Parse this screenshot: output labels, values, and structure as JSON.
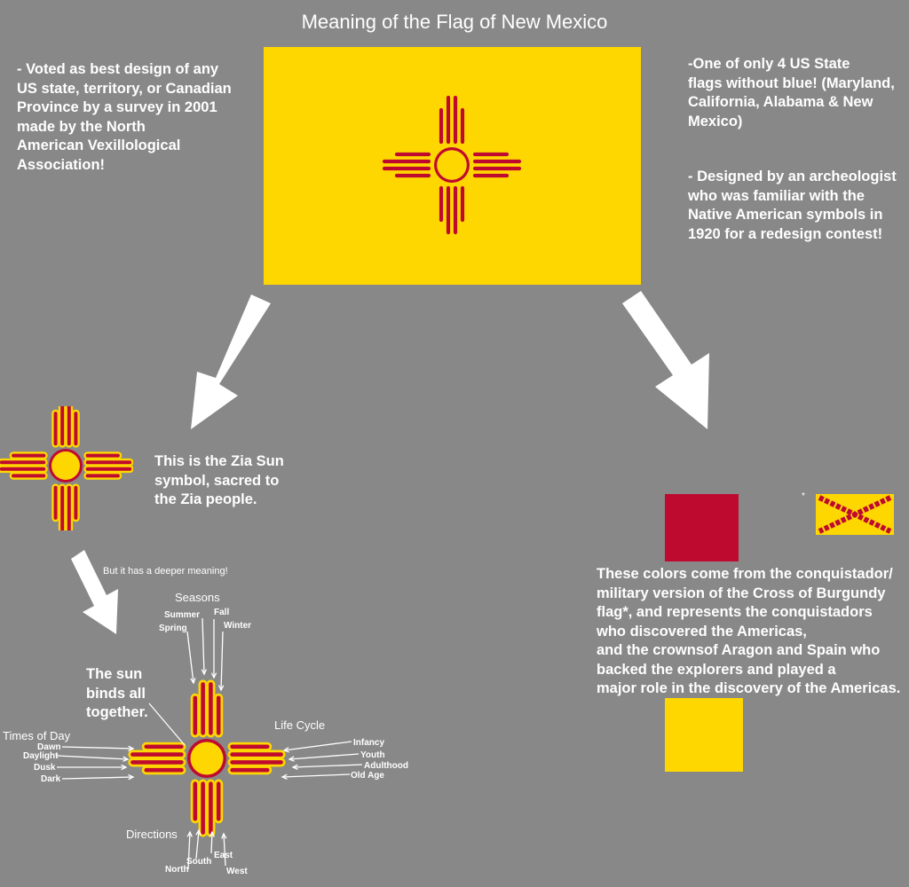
{
  "title": "Meaning of the Flag of New Mexico",
  "left_note": {
    "lines": [
      "- Voted as best design of any",
      "US state, territory, or Canadian",
      "Province by a survey in 2001",
      "made by the North",
      "American Vexillological",
      "Association!"
    ]
  },
  "right_note_1": {
    "lines": [
      "-One of only 4 US State",
      "flags without blue! (Maryland,",
      "California, Alabama & New",
      "Mexico)"
    ]
  },
  "right_note_2": {
    "lines": [
      "- Designed by an archeologist",
      "who was familiar with the",
      "Native American symbols in",
      "1920 for a redesign contest!"
    ]
  },
  "zia_note": {
    "lines": [
      "This is the Zia Sun",
      "symbol, sacred to",
      "the Zia people."
    ]
  },
  "deeper_note": "But it has a deeper meaning!",
  "sun_binds": {
    "lines": [
      "The sun",
      "binds all",
      "together."
    ]
  },
  "diagram": {
    "seasons": {
      "title": "Seasons",
      "items": [
        "Summer",
        "Fall",
        "Spring",
        "Winter"
      ]
    },
    "times_of_day": {
      "title": "Times of Day",
      "items": [
        "Dawn",
        "Daylight",
        "Dusk",
        "Dark"
      ]
    },
    "life_cycle": {
      "title": "Life Cycle",
      "items": [
        "Infancy",
        "Youth",
        "Adulthood",
        "Old Age"
      ]
    },
    "directions": {
      "title": "Directions",
      "items": [
        "North",
        "South",
        "East",
        "West"
      ]
    }
  },
  "asterisk": "*",
  "colors_note": {
    "lines": [
      "These colors come from the conquistador/",
      "military version of the Cross of Burgundy",
      "flag*, and represents the conquistadors",
      "who discovered the Americas,",
      "and the crownsof Aragon and Spain who",
      "backed the explorers and played a",
      "major role in the discovery of the Americas."
    ]
  },
  "colors": {
    "red": "#bf0a30",
    "yellow": "#ffd700",
    "background": "#888888"
  }
}
